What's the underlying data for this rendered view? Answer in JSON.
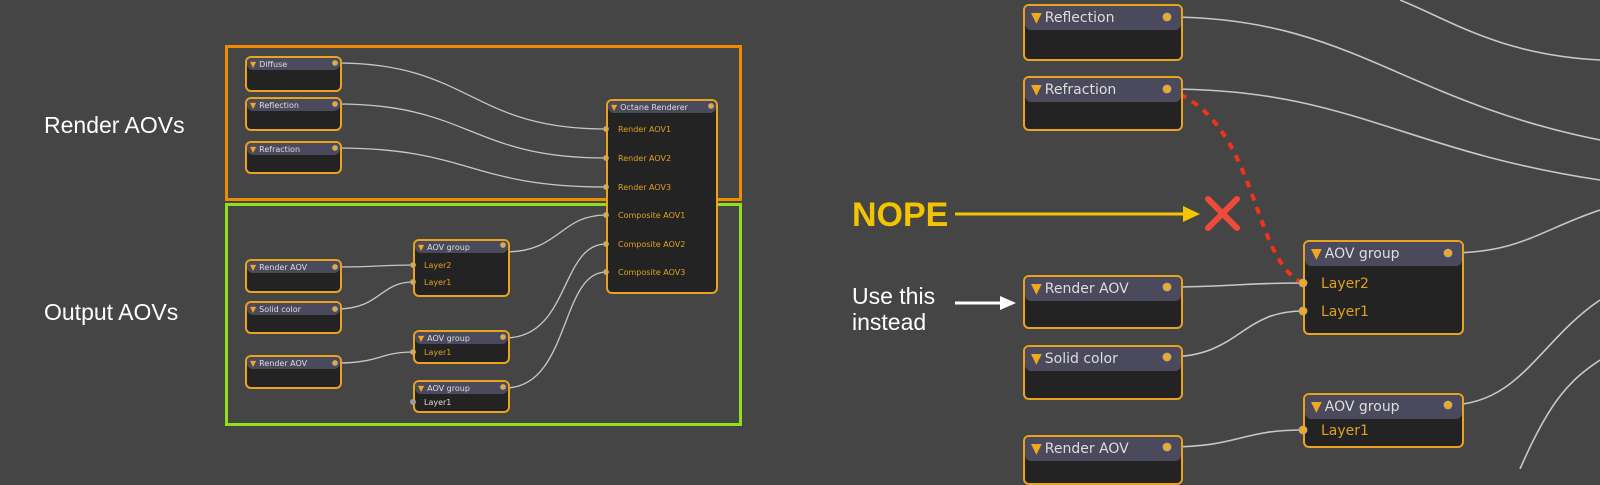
{
  "labels": {
    "render_aovs": "Render AOVs",
    "output_aovs": "Output AOVs",
    "nope": "NOPE",
    "use_this_1": "Use this",
    "use_this_2": "instead"
  },
  "left": {
    "diffuse": "Diffuse",
    "reflection": "Reflection",
    "refraction": "Refraction",
    "octane": "Octane Renderer",
    "octane_ports": [
      "Render AOV1",
      "Render AOV2",
      "Render AOV3",
      "Composite AOV1",
      "Composite AOV2",
      "Composite AOV3"
    ],
    "render_aov": "Render AOV",
    "solid_color": "Solid color",
    "aov_group": "AOV group",
    "layer2": "Layer2",
    "layer1": "Layer1"
  },
  "right": {
    "reflection": "Reflection",
    "refraction": "Refraction",
    "render_aov": "Render AOV",
    "solid_color": "Solid color",
    "aov_group": "AOV group",
    "layer2": "Layer2",
    "layer1": "Layer1"
  },
  "colors": {
    "node_border": "#eaa21f",
    "render_frame": "#f08a00",
    "output_frame": "#8fe01a",
    "nope": "#f2c500",
    "cross": "#f04a3a"
  }
}
